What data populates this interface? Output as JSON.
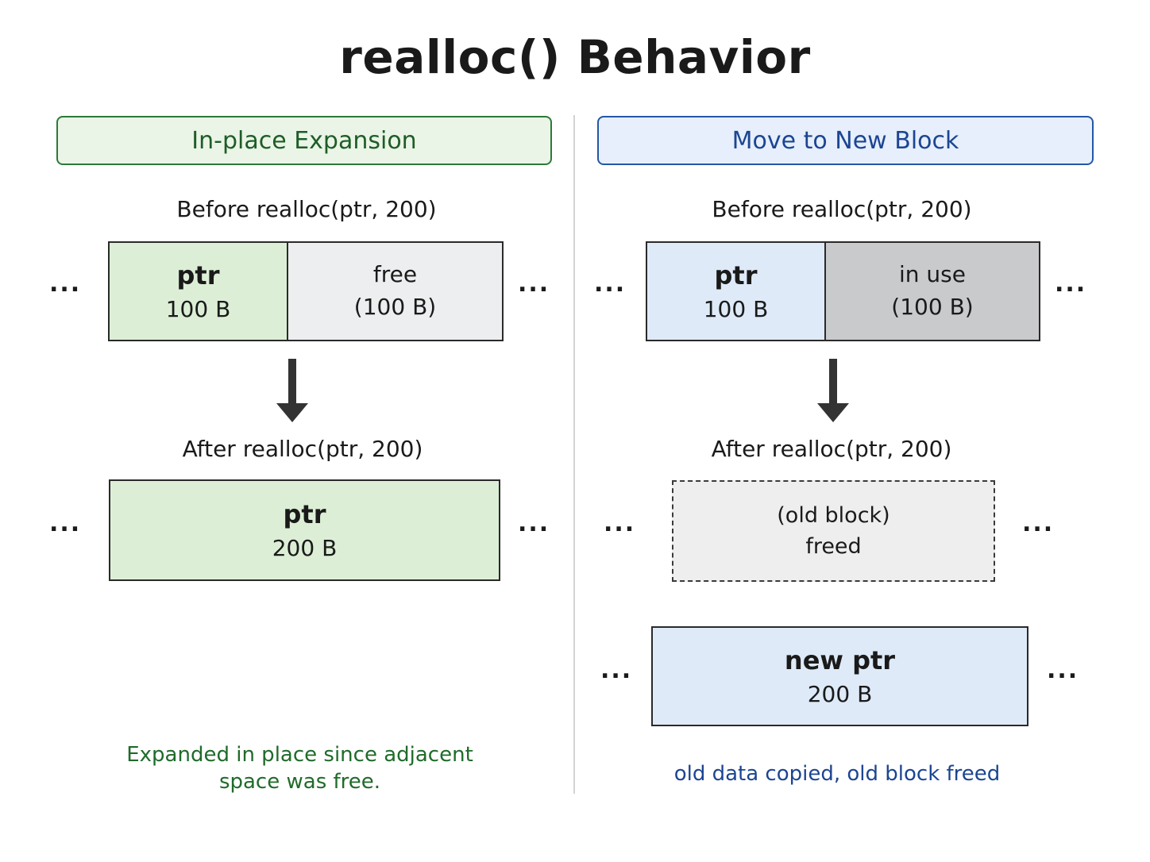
{
  "title": "realloc() Behavior",
  "left": {
    "header": "In-place Expansion",
    "before_caption": "Before realloc(ptr, 200)",
    "before_blocks": [
      {
        "name": "ptr",
        "size": "100 B"
      },
      {
        "label": "free",
        "size": "(100 B)"
      }
    ],
    "after_caption": "After realloc(ptr, 200)",
    "after_block": {
      "name": "ptr",
      "size": "200 B"
    },
    "note": "Expanded in place since adjacent space was free."
  },
  "right": {
    "header": "Move to New Block",
    "before_caption": "Before realloc(ptr, 200)",
    "before_blocks": [
      {
        "name": "ptr",
        "size": "100 B"
      },
      {
        "label": "in use",
        "size": "(100 B)"
      }
    ],
    "after_caption": "After realloc(ptr, 200)",
    "old_block": {
      "label": "(old block)",
      "status": "freed"
    },
    "new_block": {
      "name": "new ptr",
      "size": "200 B"
    },
    "note": "old data copied, old block freed"
  },
  "ellipsis": "...",
  "colors": {
    "green_accent": "#2c7a36",
    "blue_accent": "#2457a6",
    "arrow": "#333333"
  }
}
